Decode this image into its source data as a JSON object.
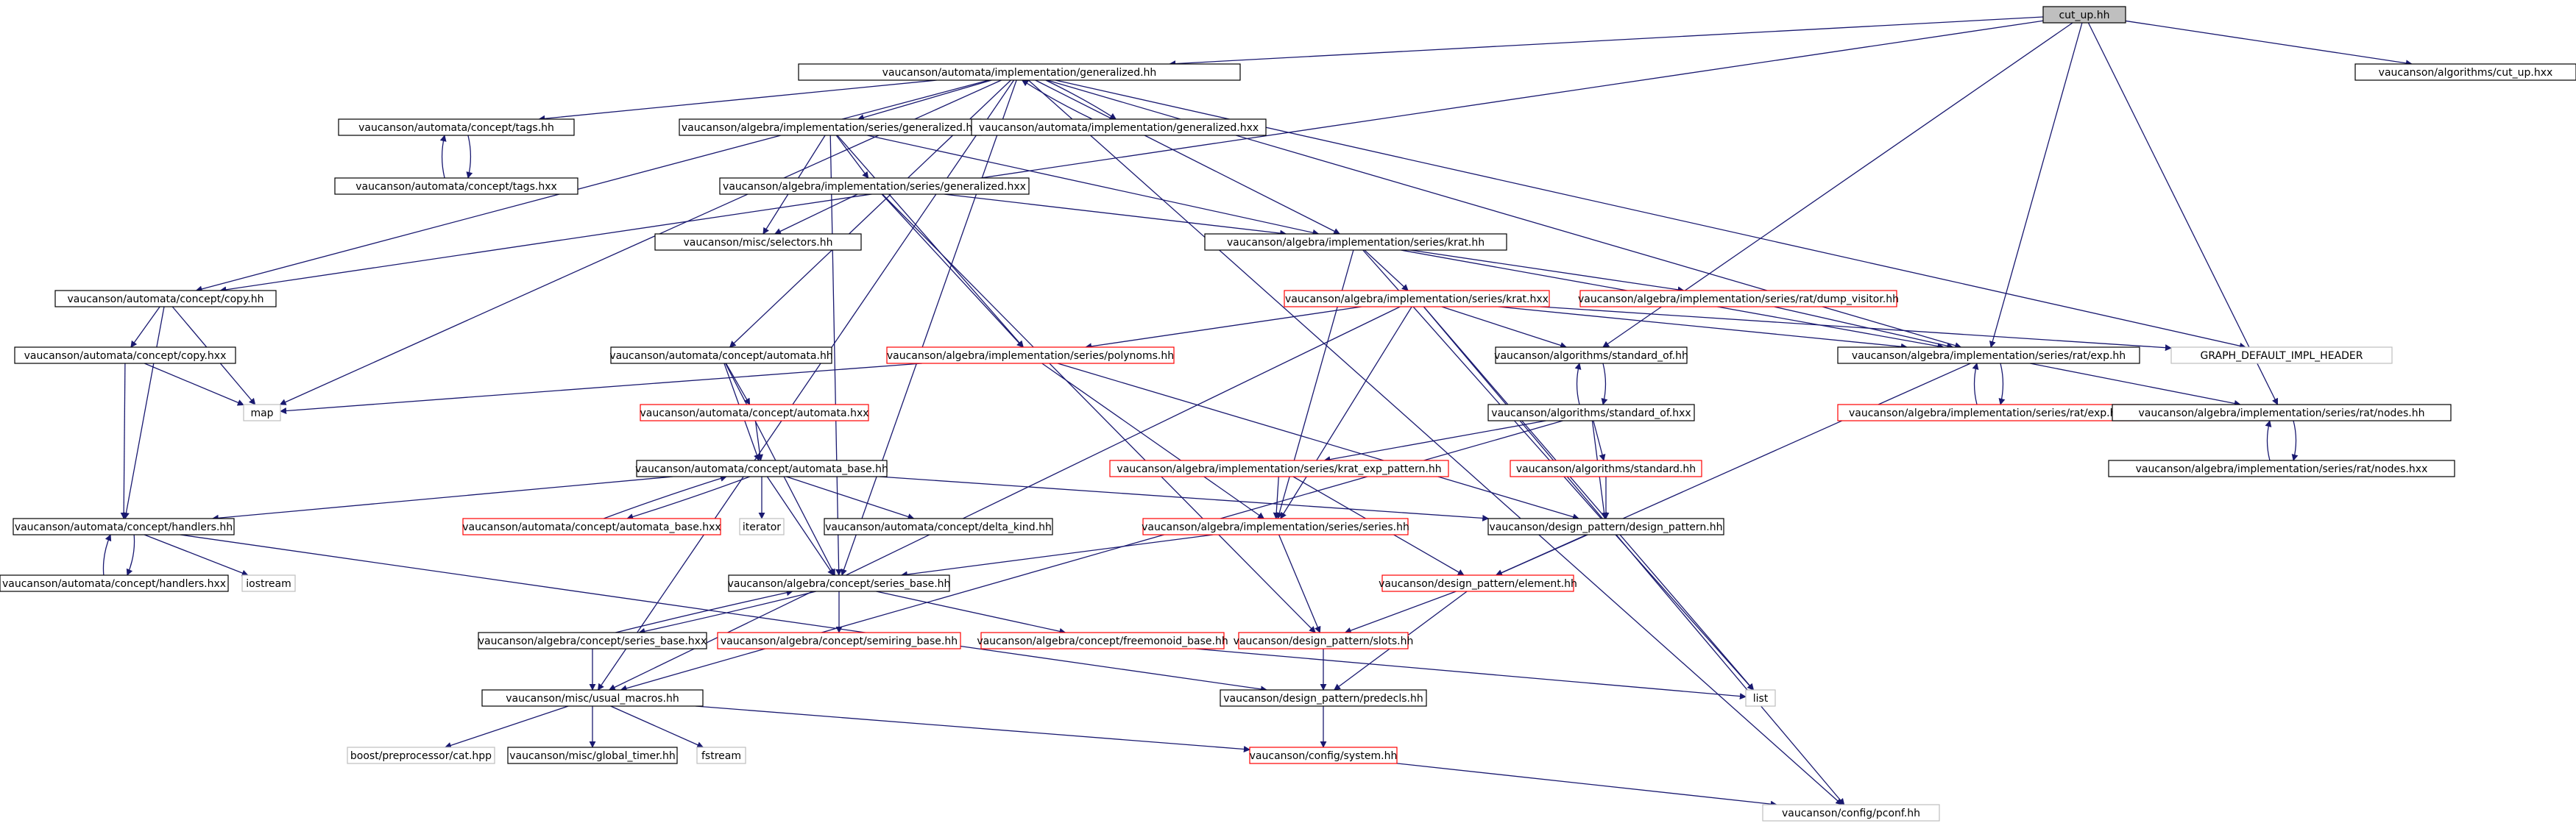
{
  "nodes": {
    "cut_up_hh": "cut_up.hh",
    "generalized_hh": "vaucanson/automata/implementation/generalized.hh",
    "cut_up_hxx": "vaucanson/algorithms/cut_up.hxx",
    "tags_hh": "vaucanson/automata/concept/tags.hh",
    "series_generalized_hh": "vaucanson/algebra/implementation/series/generalized.hh",
    "generalized_hxx": "vaucanson/automata/implementation/generalized.hxx",
    "tags_hxx": "vaucanson/automata/concept/tags.hxx",
    "series_generalized_hxx": "vaucanson/algebra/implementation/series/generalized.hxx",
    "selectors_hh": "vaucanson/misc/selectors.hh",
    "krat_hh": "vaucanson/algebra/implementation/series/krat.hh",
    "copy_hh": "vaucanson/automata/concept/copy.hh",
    "krat_hxx": "vaucanson/algebra/implementation/series/krat.hxx",
    "dump_visitor_hh": "vaucanson/algebra/implementation/series/rat/dump_visitor.hh",
    "copy_hxx": "vaucanson/automata/concept/copy.hxx",
    "automata_hh": "vaucanson/automata/concept/automata.hh",
    "polynoms_hh": "vaucanson/algebra/implementation/series/polynoms.hh",
    "standard_of_hh": "vaucanson/algorithms/standard_of.hh",
    "exp_hh": "vaucanson/algebra/implementation/series/rat/exp.hh",
    "graph_default": "GRAPH_DEFAULT_IMPL_HEADER",
    "map": "map",
    "automata_hxx": "vaucanson/automata/concept/automata.hxx",
    "standard_of_hxx": "vaucanson/algorithms/standard_of.hxx",
    "exp_hxx": "vaucanson/algebra/implementation/series/rat/exp.hxx",
    "nodes_hh": "vaucanson/algebra/implementation/series/rat/nodes.hh",
    "standard_hh": "vaucanson/algorithms/standard.hh",
    "krat_exp_pattern_hh": "vaucanson/algebra/implementation/series/krat_exp_pattern.hh",
    "nodes_hxx": "vaucanson/algebra/implementation/series/rat/nodes.hxx",
    "automata_base_hh": "vaucanson/automata/concept/automata_base.hh",
    "handlers_hh": "vaucanson/automata/concept/handlers.hh",
    "automata_base_hxx": "vaucanson/automata/concept/automata_base.hxx",
    "iterator": "iterator",
    "delta_kind_hh": "vaucanson/automata/concept/delta_kind.hh",
    "series_hh": "vaucanson/algebra/implementation/series/series.hh",
    "design_pattern_hh": "vaucanson/design_pattern/design_pattern.hh",
    "handlers_hxx": "vaucanson/automata/concept/handlers.hxx",
    "iostream": "iostream",
    "series_base_hh": "vaucanson/algebra/concept/series_base.hh",
    "element_hh": "vaucanson/design_pattern/element.hh",
    "series_base_hxx": "vaucanson/algebra/concept/series_base.hxx",
    "semiring_base_hh": "vaucanson/algebra/concept/semiring_base.hh",
    "freemonoid_base_hh": "vaucanson/algebra/concept/freemonoid_base.hh",
    "slots_hh": "vaucanson/design_pattern/slots.hh",
    "usual_macros_hh": "vaucanson/misc/usual_macros.hh",
    "predecls_hh": "vaucanson/design_pattern/predecls.hh",
    "list": "list",
    "cat_hpp": "boost/preprocessor/cat.hpp",
    "global_timer_hh": "vaucanson/misc/global_timer.hh",
    "fstream": "fstream",
    "system_hh": "vaucanson/config/system.hh",
    "pconf_hh": "vaucanson/config/pconf.hh"
  }
}
